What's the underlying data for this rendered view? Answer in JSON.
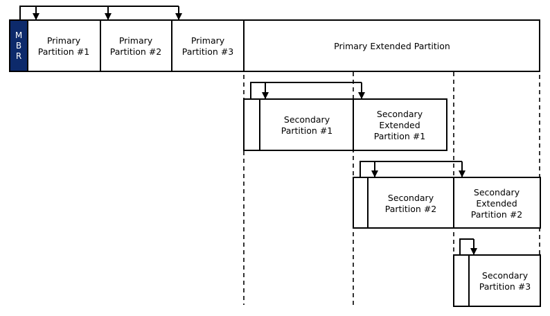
{
  "colors": {
    "mbr_fill": "#0d2a6b",
    "mbr_text": "#ffffff",
    "stroke": "#000000",
    "background": "#ffffff"
  },
  "mbr": {
    "letters": [
      "M",
      "B",
      "R"
    ]
  },
  "primary": {
    "p1": [
      "Primary",
      "Partition #1"
    ],
    "p2": [
      "Primary",
      "Partition #2"
    ],
    "p3": [
      "Primary",
      "Partition #3"
    ],
    "extended": "Primary Extended Partition"
  },
  "secondary": {
    "s1": [
      "Secondary",
      "Partition #1"
    ],
    "se1": [
      "Secondary",
      "Extended",
      "Partition #1"
    ],
    "s2": [
      "Secondary",
      "Partition #2"
    ],
    "se2": [
      "Secondary",
      "Extended",
      "Partition #2"
    ],
    "s3": [
      "Secondary",
      "Partition #3"
    ]
  }
}
